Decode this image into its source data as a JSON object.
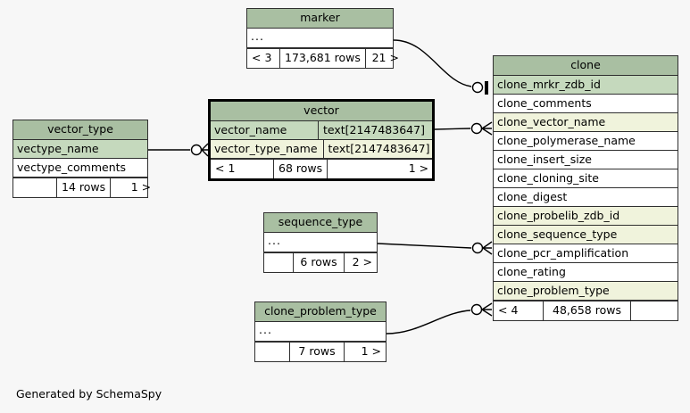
{
  "diagram": {
    "title": "clone",
    "generator_note": "Generated by SchemaSpy",
    "colors": {
      "page_background": "#f7f7f7",
      "table_header": "#a9bfa2",
      "primary_key_row": "#c5d9bd",
      "foreign_key_row": "#f0f3dc",
      "row_background": "#ffffff",
      "border": "#2f2f2f",
      "edge": "#000000"
    },
    "ellipsis": "..."
  },
  "tables": {
    "marker": {
      "name": "marker",
      "rows": [
        {
          "name": "...",
          "type": "",
          "kind": "ellipsis"
        }
      ],
      "footer": {
        "left": "< 3",
        "middle": "173,681 rows",
        "right": "21 >"
      }
    },
    "clone": {
      "name": "clone",
      "rows": [
        {
          "name": "clone_mrkr_zdb_id",
          "type": "",
          "kind": "pk"
        },
        {
          "name": "clone_comments",
          "type": "",
          "kind": "plain"
        },
        {
          "name": "clone_vector_name",
          "type": "",
          "kind": "fk"
        },
        {
          "name": "clone_polymerase_name",
          "type": "",
          "kind": "plain"
        },
        {
          "name": "clone_insert_size",
          "type": "",
          "kind": "plain"
        },
        {
          "name": "clone_cloning_site",
          "type": "",
          "kind": "plain"
        },
        {
          "name": "clone_digest",
          "type": "",
          "kind": "plain"
        },
        {
          "name": "clone_probelib_zdb_id",
          "type": "",
          "kind": "fk"
        },
        {
          "name": "clone_sequence_type",
          "type": "",
          "kind": "fk"
        },
        {
          "name": "clone_pcr_amplification",
          "type": "",
          "kind": "plain"
        },
        {
          "name": "clone_rating",
          "type": "",
          "kind": "plain"
        },
        {
          "name": "clone_problem_type",
          "type": "",
          "kind": "fk"
        }
      ],
      "footer": {
        "left": "< 4",
        "middle": "48,658 rows",
        "right": ""
      }
    },
    "vector": {
      "name": "vector",
      "selected": true,
      "rows": [
        {
          "name": "vector_name",
          "type": "text[2147483647]",
          "kind": "pk"
        },
        {
          "name": "vector_type_name",
          "type": "text[2147483647]",
          "kind": "fk"
        }
      ],
      "footer": {
        "left": "< 1",
        "middle": "68 rows",
        "right": "1 >"
      }
    },
    "vector_type": {
      "name": "vector_type",
      "rows": [
        {
          "name": "vectype_name",
          "type": "",
          "kind": "pk"
        },
        {
          "name": "vectype_comments",
          "type": "",
          "kind": "plain"
        }
      ],
      "footer": {
        "left": "",
        "middle": "14 rows",
        "right": "1 >"
      }
    },
    "sequence_type": {
      "name": "sequence_type",
      "rows": [
        {
          "name": "...",
          "type": "",
          "kind": "ellipsis"
        }
      ],
      "footer": {
        "left": "",
        "middle": "6 rows",
        "right": "2 >"
      }
    },
    "clone_problem_type": {
      "name": "clone_problem_type",
      "rows": [
        {
          "name": "...",
          "type": "",
          "kind": "ellipsis"
        }
      ],
      "footer": {
        "left": "",
        "middle": "7 rows",
        "right": "1 >"
      }
    }
  },
  "relationships": [
    {
      "from": "marker",
      "to": "clone",
      "to_row": "clone_mrkr_zdb_id",
      "end": "one"
    },
    {
      "from": "vector",
      "to": "clone",
      "to_row": "clone_vector_name",
      "end": "many"
    },
    {
      "from": "sequence_type",
      "to": "clone",
      "to_row": "clone_sequence_type",
      "end": "many"
    },
    {
      "from": "clone_problem_type",
      "to": "clone",
      "to_row": "clone_problem_type",
      "end": "many"
    },
    {
      "from": "vector_type",
      "to": "vector",
      "to_row": "vector_type_name",
      "end": "many"
    }
  ]
}
